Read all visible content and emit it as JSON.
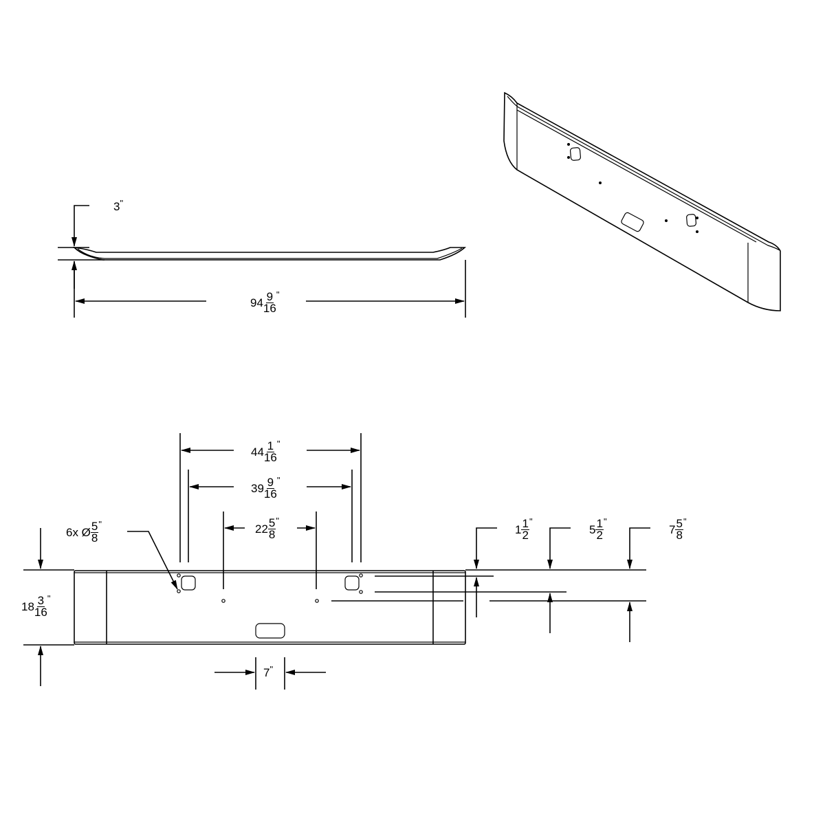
{
  "drawing": {
    "title": "Bumper dimension drawing",
    "views": [
      "top-view",
      "isometric-view",
      "front-view"
    ],
    "line_color": "#000000",
    "background": "#ffffff"
  },
  "dimensions": {
    "depth": {
      "whole": "3",
      "num": "",
      "den": "",
      "unit": "\""
    },
    "overall_width": {
      "whole": "94",
      "num": "9",
      "den": "16",
      "unit": "\""
    },
    "outer_slot_span": {
      "whole": "44",
      "num": "1",
      "den": "16",
      "unit": "\""
    },
    "inner_slot_span": {
      "whole": "39",
      "num": "9",
      "den": "16",
      "unit": "\""
    },
    "center_hole_span": {
      "whole": "22",
      "num": "5",
      "den": "8",
      "unit": "\""
    },
    "hole_callout": {
      "prefix": "6x Ø",
      "num": "5",
      "den": "8",
      "unit": "\""
    },
    "height": {
      "whole": "18",
      "num": "3",
      "den": "16",
      "unit": "\""
    },
    "plate_slot_width": {
      "whole": "7",
      "num": "",
      "den": "",
      "unit": "\""
    },
    "upper_hole_offset": {
      "whole": "1",
      "num": "1",
      "den": "2",
      "unit": "\""
    },
    "lower_hole_offset": {
      "whole": "5",
      "num": "1",
      "den": "2",
      "unit": "\""
    },
    "center_hole_offset": {
      "whole": "7",
      "num": "5",
      "den": "8",
      "unit": "\""
    }
  }
}
